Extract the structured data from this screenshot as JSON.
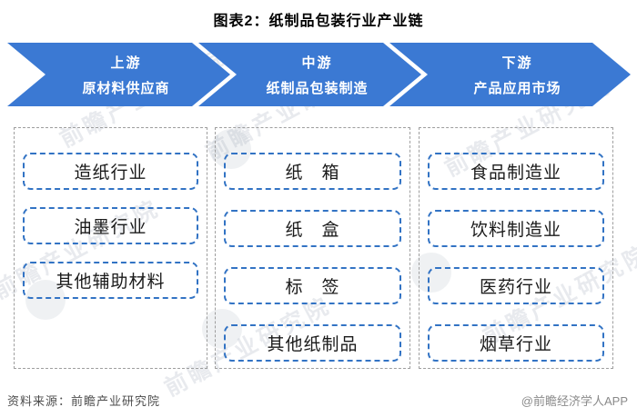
{
  "title": "图表2：纸制品包装行业产业链",
  "chain": [
    {
      "stage": "上游",
      "desc": "原材料供应商",
      "items": [
        "造纸行业",
        "油墨行业",
        "其他辅助材料"
      ]
    },
    {
      "stage": "中游",
      "desc": "纸制品包装制造",
      "items": [
        "纸　箱",
        "纸　盒",
        "标　签",
        "其他纸制品"
      ]
    },
    {
      "stage": "下游",
      "desc": "产品应用市场",
      "items": [
        "食品制造业",
        "饮料制造业",
        "医药行业",
        "烟草行业"
      ]
    }
  ],
  "footer": {
    "source": "资料来源：前瞻产业研究院",
    "credit": "@前瞻经济学人APP"
  },
  "watermark": {
    "text": "前瞻产业研究院"
  },
  "colors": {
    "arrow_blue": "#3b79d3",
    "item_border_blue": "#3273c4",
    "container_border_gray": "#9e9e9e",
    "text_dark": "#1a1a1a",
    "source_gray": "#4d4d4d",
    "credit_gray": "#8a8a8a"
  }
}
